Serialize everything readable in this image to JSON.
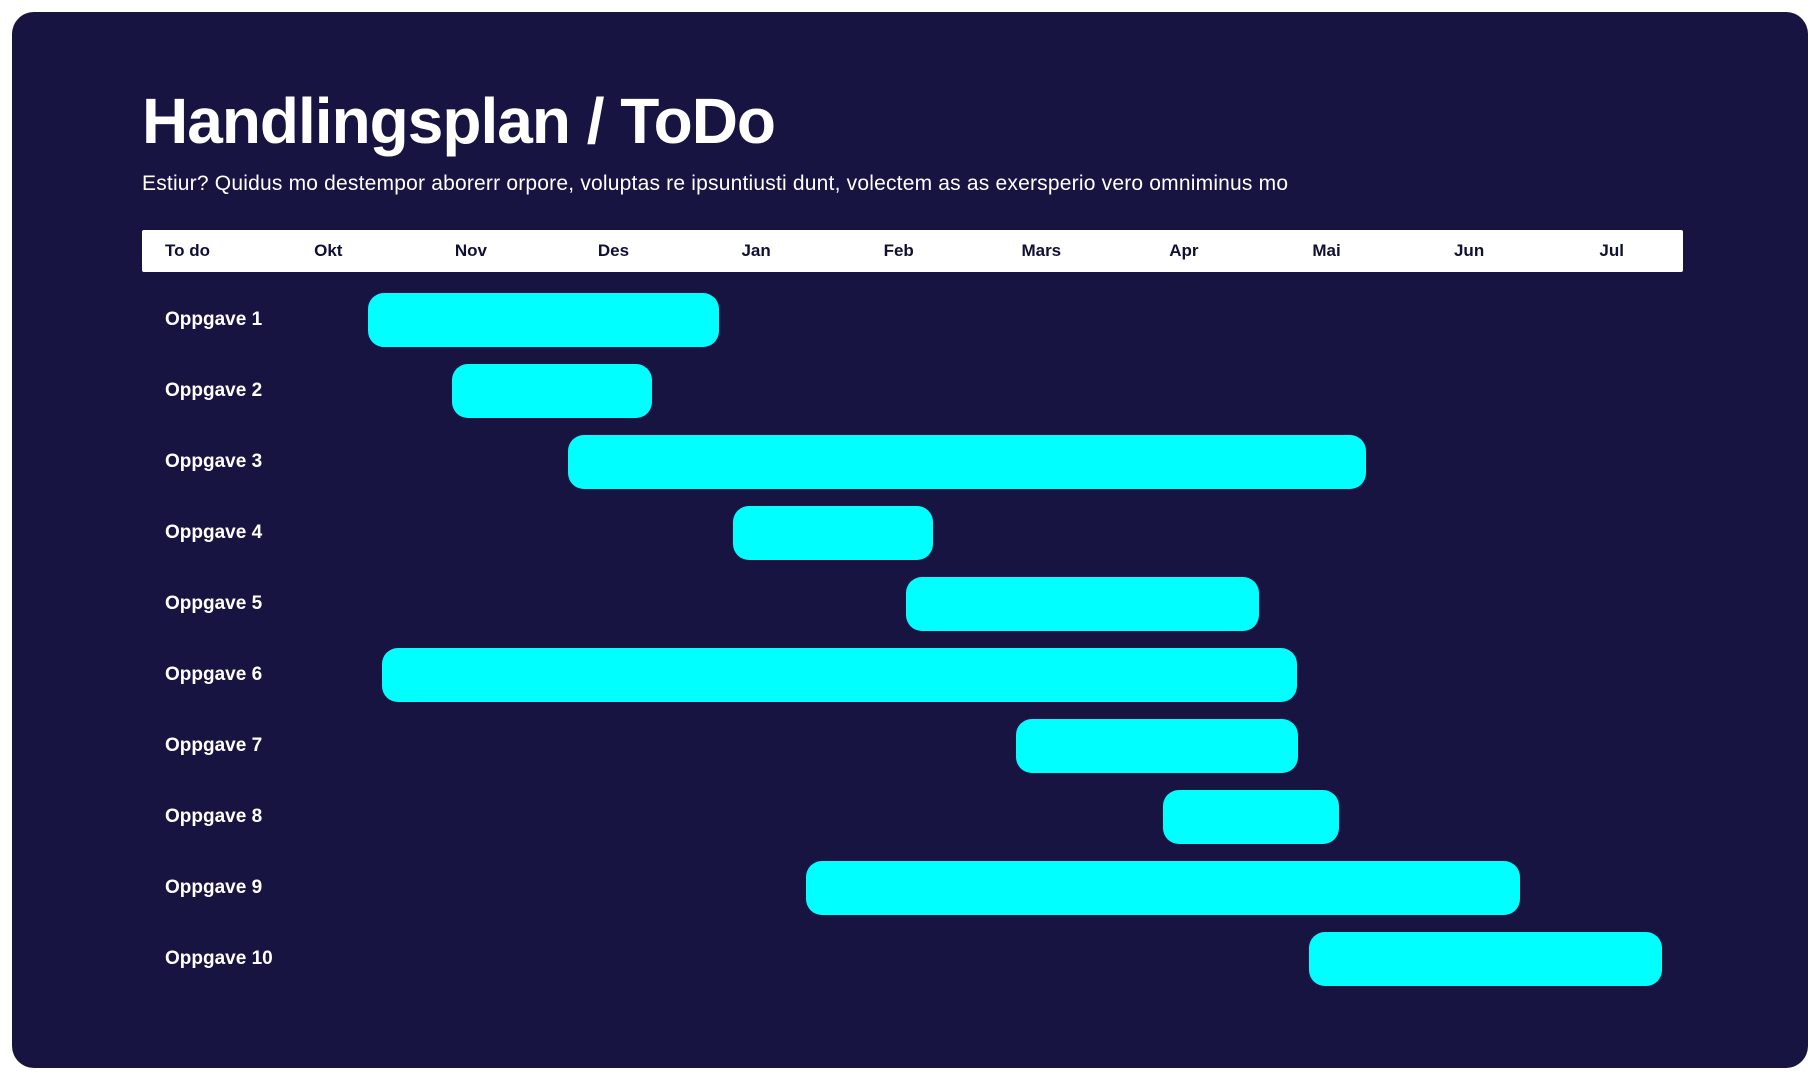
{
  "page": {
    "title": "Handlingsplan / ToDo",
    "subtitle": "Estiur? Quidus mo destempor aborerr orpore, voluptas re ipsuntiusti dunt, volectem as as exersperio vero omniminus mo"
  },
  "colors": {
    "page_bg": "#FFFFFF",
    "card_bg": "#171442",
    "bar": "#00FFFF",
    "header_bg": "#FFFFFF",
    "header_text": "#101034",
    "text": "#FFFFFF"
  },
  "chart_data": {
    "type": "bar",
    "variant": "gantt",
    "title": "Handlingsplan / ToDo",
    "corner_label": "To do",
    "months": [
      "Okt",
      "Nov",
      "Des",
      "Jan",
      "Feb",
      "Mars",
      "Apr",
      "Mai",
      "Jun",
      "Jul"
    ],
    "axis_unit": "months",
    "axis_range": [
      0,
      10
    ],
    "legend": "none",
    "grid": "off",
    "tasks": [
      {
        "label": "Oppgave 1",
        "start": 0.78,
        "end": 3.24
      },
      {
        "label": "Oppgave 2",
        "start": 1.37,
        "end": 2.77
      },
      {
        "label": "Oppgave 3",
        "start": 2.18,
        "end": 7.78
      },
      {
        "label": "Oppgave 4",
        "start": 3.34,
        "end": 4.74
      },
      {
        "label": "Oppgave 5",
        "start": 4.55,
        "end": 7.03
      },
      {
        "label": "Oppgave 6",
        "start": 0.88,
        "end": 7.29
      },
      {
        "label": "Oppgave 7",
        "start": 5.32,
        "end": 7.3
      },
      {
        "label": "Oppgave 8",
        "start": 6.35,
        "end": 7.59
      },
      {
        "label": "Oppgave 9",
        "start": 3.85,
        "end": 8.86
      },
      {
        "label": "Oppgave 10",
        "start": 7.38,
        "end": 9.85
      }
    ]
  }
}
